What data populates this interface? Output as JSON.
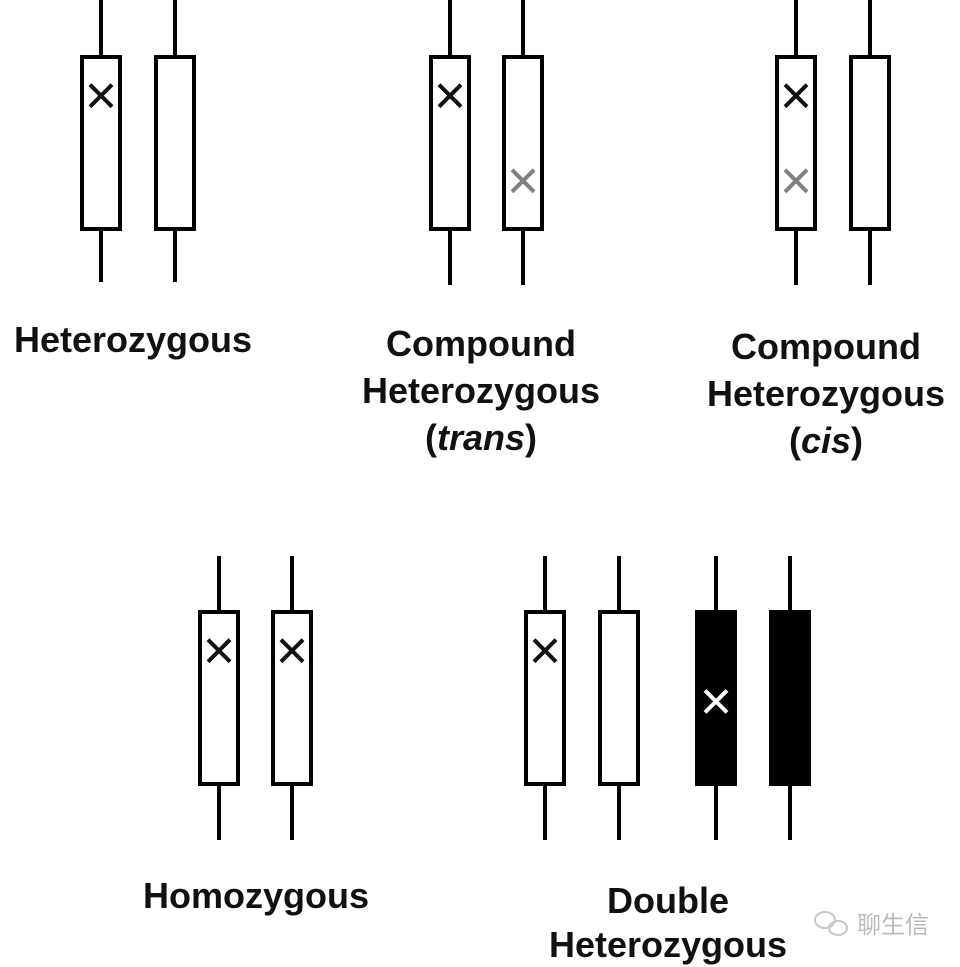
{
  "colors": {
    "line": "#000000",
    "mark_primary": "#111111",
    "mark_secondary": "#808080",
    "mark_on_dark": "#ffffff",
    "filled_chromosome": "#000000"
  },
  "panels": [
    {
      "id": "heterozygous",
      "label_lines": [
        "Heterozygous"
      ],
      "chromosomes": [
        {
          "fill": "white",
          "marks": [
            {
              "color": "mark_primary",
              "position": "upper"
            }
          ]
        },
        {
          "fill": "white",
          "marks": []
        }
      ]
    },
    {
      "id": "compound-trans",
      "label_lines": [
        "Compound",
        "Heterozygous"
      ],
      "label_italic": {
        "prefix": "(",
        "word": "trans",
        "suffix": ")"
      },
      "chromosomes": [
        {
          "fill": "white",
          "marks": [
            {
              "color": "mark_primary",
              "position": "upper"
            }
          ]
        },
        {
          "fill": "white",
          "marks": [
            {
              "color": "mark_secondary",
              "position": "lower"
            }
          ]
        }
      ]
    },
    {
      "id": "compound-cis",
      "label_lines": [
        "Compound",
        "Heterozygous"
      ],
      "label_italic": {
        "prefix": "(",
        "word": "cis",
        "suffix": ")"
      },
      "chromosomes": [
        {
          "fill": "white",
          "marks": [
            {
              "color": "mark_primary",
              "position": "upper"
            },
            {
              "color": "mark_secondary",
              "position": "lower"
            }
          ]
        },
        {
          "fill": "white",
          "marks": []
        }
      ]
    },
    {
      "id": "homozygous",
      "label_lines": [
        "Homozygous"
      ],
      "chromosomes": [
        {
          "fill": "white",
          "marks": [
            {
              "color": "mark_primary",
              "position": "upper"
            }
          ]
        },
        {
          "fill": "white",
          "marks": [
            {
              "color": "mark_primary",
              "position": "upper"
            }
          ]
        }
      ]
    },
    {
      "id": "double-heterozygous",
      "label_lines": [
        "Double",
        "Heterozygous"
      ],
      "chromosomes": [
        {
          "fill": "white",
          "marks": [
            {
              "color": "mark_primary",
              "position": "upper"
            }
          ]
        },
        {
          "fill": "white",
          "marks": []
        },
        {
          "fill": "black",
          "marks": [
            {
              "color": "mark_on_dark",
              "position": "middle"
            }
          ]
        },
        {
          "fill": "black",
          "marks": []
        }
      ]
    }
  ],
  "watermark": {
    "icon": "wechat-icon",
    "text": "聊生信"
  }
}
